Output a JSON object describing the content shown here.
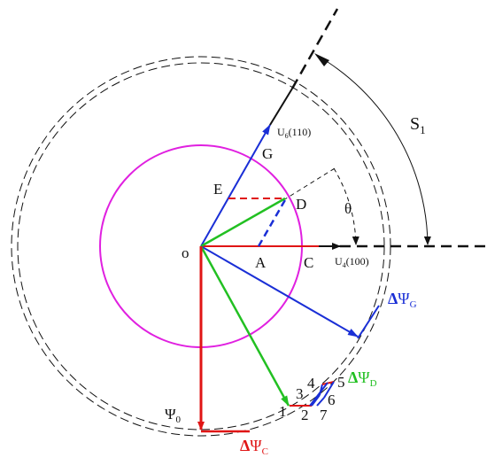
{
  "labels": {
    "origin": "o",
    "point_g": "G",
    "point_e": "E",
    "point_d": "D",
    "point_a": "A",
    "point_c": "C",
    "theta": "θ",
    "s1": {
      "main": "S",
      "sub": "1"
    },
    "u6": {
      "main": "U",
      "sub": "6",
      "tail": "(110)"
    },
    "u4": {
      "main": "U",
      "sub": "4",
      "tail": "(100)"
    },
    "psi0": {
      "main": "Ψ",
      "sub": "0"
    },
    "delta_psi_g": {
      "delta": "Δ",
      "main": "Ψ",
      "sub": "G"
    },
    "delta_psi_d": {
      "delta": "Δ",
      "main": "Ψ",
      "sub": "D"
    },
    "delta_psi_c": {
      "delta": "Δ",
      "main": "Ψ",
      "sub": "C"
    },
    "num_1": "1",
    "num_2": "2",
    "num_3": "3",
    "num_4": "4",
    "num_5": "5",
    "num_6": "6",
    "num_7": "7"
  },
  "colors": {
    "red": "#e01515",
    "blue": "#1a2fd6",
    "green": "#22c022",
    "magenta": "#e020e0",
    "black": "#111111"
  }
}
